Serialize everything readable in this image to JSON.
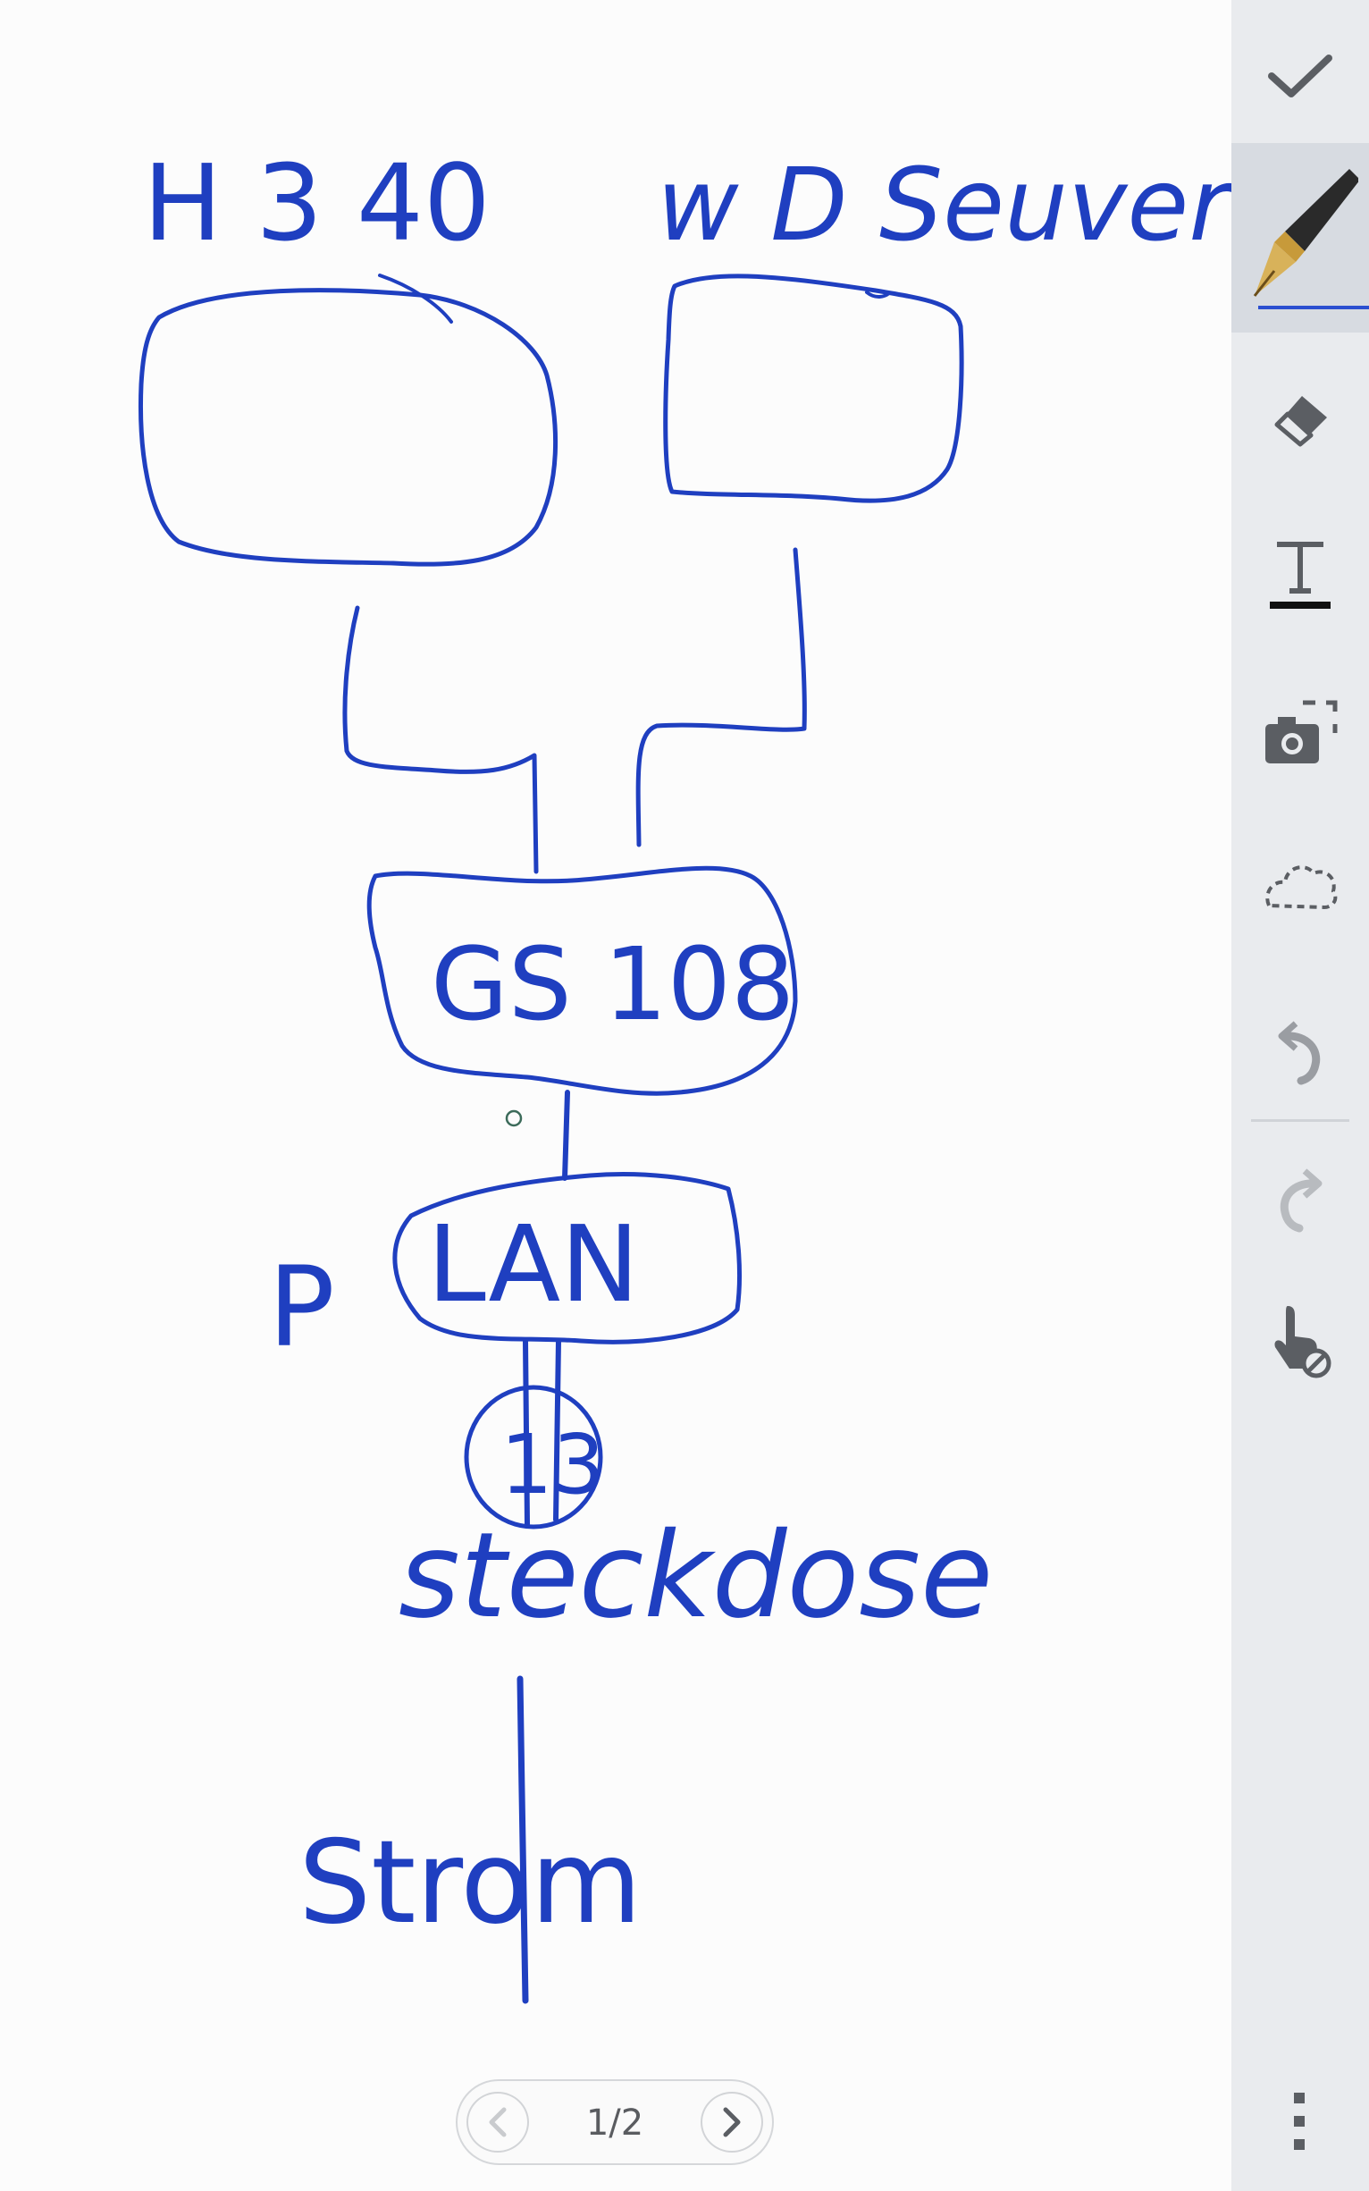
{
  "drawing": {
    "labels": {
      "h340": "H 3 40",
      "wd_server": "w D Seuver",
      "gs108": "GS 108",
      "p": "P",
      "lan": "LAN",
      "fuse": "13",
      "steckdose": "steckdose",
      "strom": "Strom"
    },
    "ink_color": "#1f3fc0"
  },
  "toolbar": {
    "done": "check-icon",
    "pen": "fountain-pen-icon",
    "eraser": "eraser-icon",
    "text": "text-icon",
    "capture": "screen-capture-icon",
    "lasso": "lasso-icon",
    "undo": "undo-icon",
    "redo": "redo-icon",
    "touch": "touch-off-icon",
    "more": "more-vertical-icon"
  },
  "pager": {
    "label": "1/2"
  }
}
